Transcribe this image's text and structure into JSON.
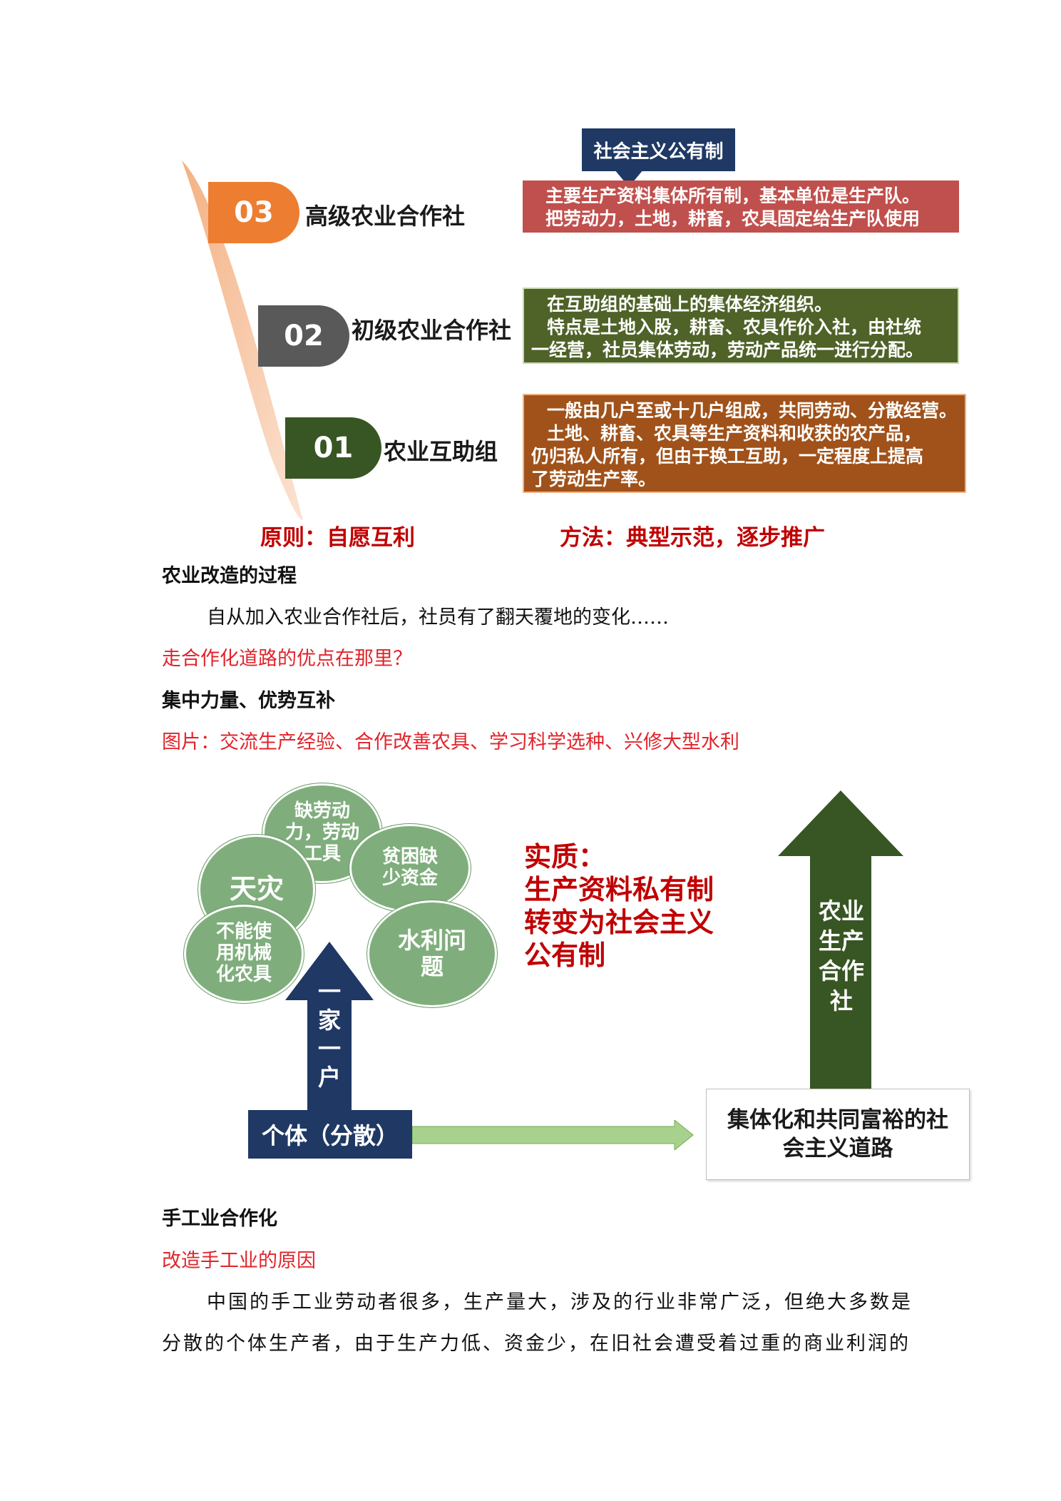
{
  "diagram1": {
    "tag": "社会主义公有制",
    "stages": [
      {
        "num": "03",
        "label": "高级农业合作社",
        "color": "#ed7d31",
        "desc_lines": [
          "主要生产资料集体所有制，基本单位是生产队。",
          "把劳动力，土地，耕畜，农具固定给生产队使用"
        ],
        "desc_color": "#c0504d"
      },
      {
        "num": "02",
        "label": "初级农业合作社",
        "color": "#595959",
        "desc_lines": [
          "在互助组的基础上的集体经济组织。",
          "特点是土地入股，耕畜、农具作价入社，由社统",
          "一经营，社员集体劳动，劳动产品统一进行分配。"
        ],
        "desc_color": "#4f6228"
      },
      {
        "num": "01",
        "label": "农业互助组",
        "color": "#375623",
        "desc_lines": [
          "一般由几户至或十几户组成，共同劳动、分散经营。",
          "土地、耕畜、农具等生产资料和收获的农产品，",
          "仍归私人所有，但由于换工互助，一定程度上提高",
          "了劳动生产率。"
        ],
        "desc_color": "#a0521a"
      }
    ],
    "principle": "原则：自愿互利",
    "method": "方法：典型示范，逐步推广"
  },
  "text": {
    "h_process": "农业改造的过程",
    "p_change": "自从加入农业合作社后，社员有了翻天覆地的变化……",
    "q_advantage": "走合作化道路的优点在那里？",
    "h_concentrate": "集中力量、优势互补",
    "pic_caption": "图片：交流生产经验、合作改善农具、学习科学选种、兴修大型水利",
    "h_handicraft": "手工业合作化",
    "q_reason": "改造手工业的原因",
    "p_reason_1": "中国的手工业劳动者很多，生产量大，涉及的行业非常广泛，但绝大多数是",
    "p_reason_2": "分散的个体生产者，由于生产力低、资金少，在旧社会遭受着过重的商业利润的"
  },
  "diagram2": {
    "circles": [
      {
        "text": "缺劳动力，劳动工具"
      },
      {
        "text": "天灾"
      },
      {
        "text": "贫困缺少资金"
      },
      {
        "text": "不能使用机械化农具"
      },
      {
        "text": "水利问题"
      }
    ],
    "up_arrow_text": "一家一户",
    "individual_box": "个体（分散）",
    "essence_title": "实质：",
    "essence_lines": [
      "生产资料私有制",
      "转变为社会主义",
      "公有制"
    ],
    "right_arrow_text": "农业生产合作社",
    "destination_box": "集体化和共同富裕的社会主义道路",
    "colors": {
      "navy": "#1f3864",
      "dark_green": "#375623",
      "circle_green": "#7fae7c",
      "light_green_arrow": "#a9d18e",
      "red": "#c00000"
    }
  }
}
